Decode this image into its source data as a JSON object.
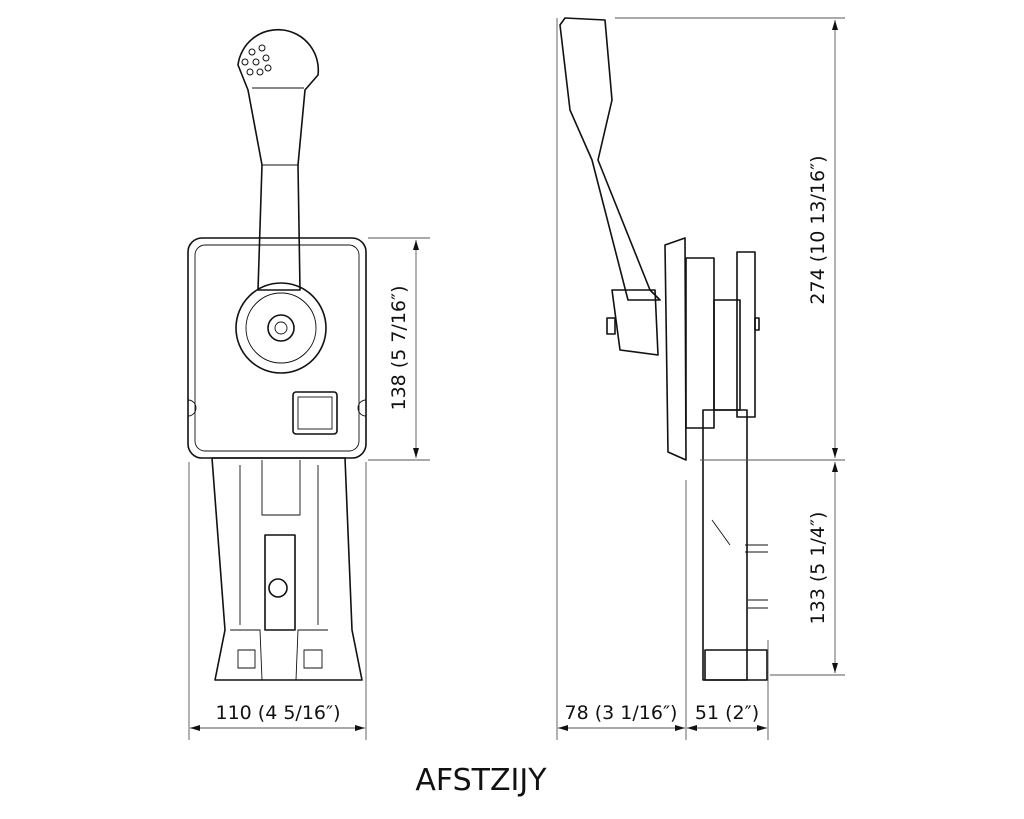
{
  "drawing": {
    "title": "AFSTZIJY",
    "dimensions": {
      "front_width": "110 (4 5/16″)",
      "front_height": "138 (5 7/16″)",
      "side_depth_front": "78 (3 1/16″)",
      "side_depth_rear": "51 (2″)",
      "total_height": "274 (10 13/16″)",
      "lower_height": "133 (5 1/4″)"
    }
  }
}
